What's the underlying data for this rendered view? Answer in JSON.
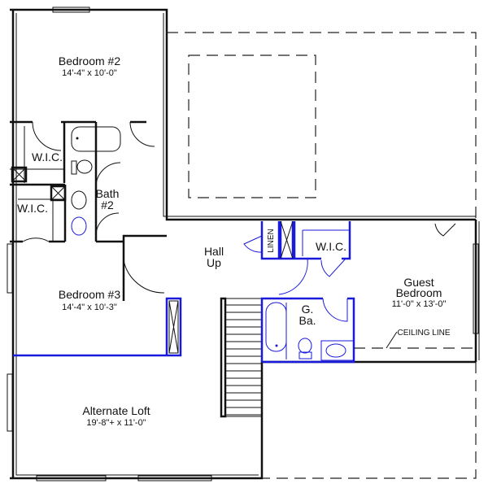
{
  "plan": {
    "rooms": {
      "bedroom2": {
        "name": "Bedroom #2",
        "dims": "14'-4\" x 10'-0\""
      },
      "wic1": {
        "name": "W.I.C."
      },
      "bath2": {
        "name1": "Bath",
        "name2": "#2"
      },
      "wic2": {
        "name": "W.I.C."
      },
      "hall": {
        "name1": "Hall",
        "name2": "Up"
      },
      "bedroom3": {
        "name": "Bedroom #3",
        "dims": "14'-4\" x 10'-3\""
      },
      "loft": {
        "name": "Alternate Loft",
        "dims": "19'-8\"+ x 11'-0\""
      },
      "linen": {
        "name": "LINEN"
      },
      "wic3": {
        "name": "W.I.C."
      },
      "guest": {
        "name1": "Guest",
        "name2": "Bedroom",
        "dims": "11'-0\" x 13'-0\""
      },
      "gba": {
        "name1": "G.",
        "name2": "Ba."
      }
    },
    "annotations": {
      "ceiling_line": "CEILING LINE"
    },
    "colors": {
      "walls": "#111111",
      "highlight": "#1a1adc"
    }
  }
}
